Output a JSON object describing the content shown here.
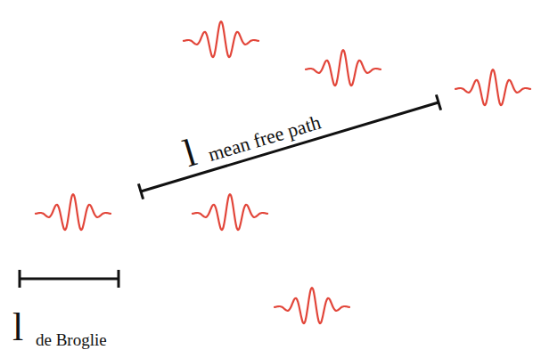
{
  "diagram": {
    "labels": [
      "l",
      "mean free path",
      "l",
      "de Broglie"
    ]
  }
}
